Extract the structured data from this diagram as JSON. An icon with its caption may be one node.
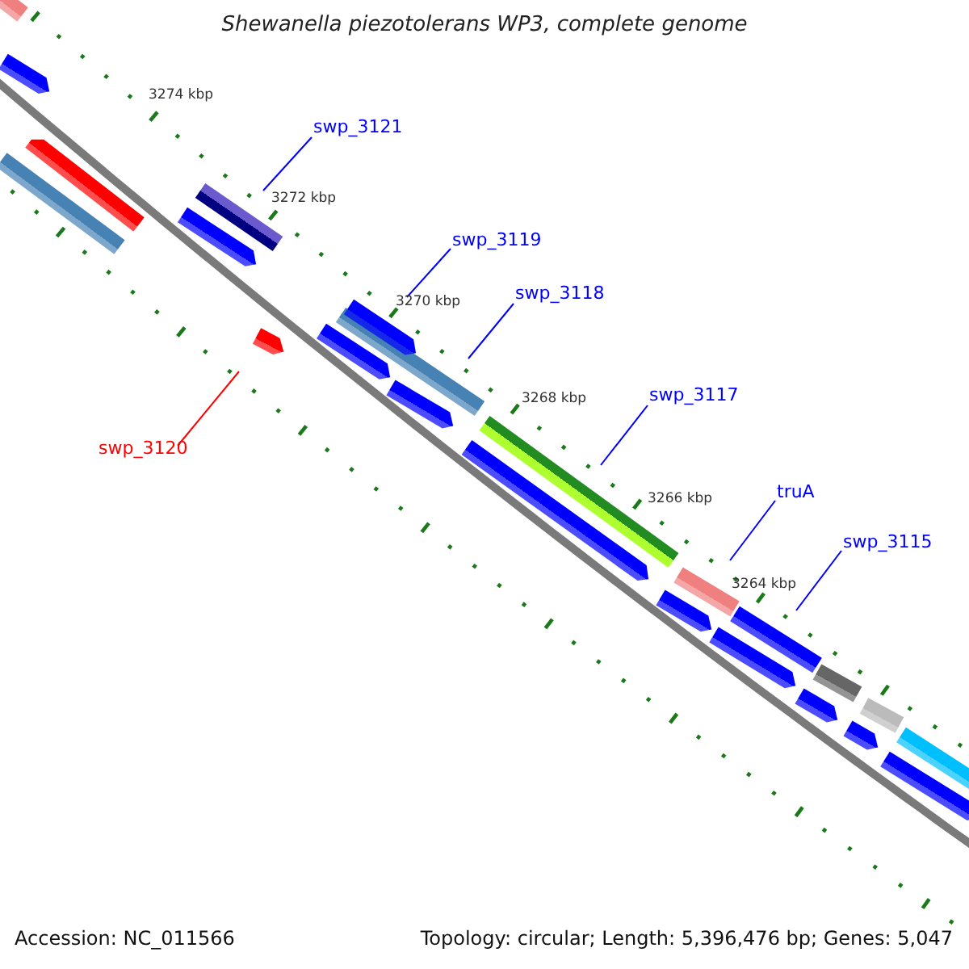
{
  "diagram": {
    "title": "Shewanella piezotolerans WP3, complete genome",
    "nodes": [
      {
        "text": [
          "swp_3121"
        ]
      },
      {
        "text": [
          "swp_3119"
        ]
      },
      {
        "text": [
          "swp_3118"
        ]
      },
      {
        "text": [
          "swp_3117"
        ]
      },
      {
        "text": [
          "swp_3120"
        ]
      },
      {
        "text": [
          "truA"
        ]
      },
      {
        "text": [
          "swp_3115"
        ]
      },
      {
        "text": [],
        "shape": "bar"
      },
      {
        "text": [],
        "shape": "bar"
      },
      {
        "text": [],
        "shape": "bar"
      },
      {
        "text": [],
        "shape": "bar"
      },
      {
        "text": [],
        "shape": "bar"
      },
      {
        "text": [],
        "shape": "bar"
      },
      {
        "text": [],
        "shape": "bar"
      },
      {
        "text": [],
        "shape": "bar"
      },
      {
        "text": [],
        "shape": "bar"
      },
      {
        "text": [],
        "shape": "bar"
      },
      {
        "text": [],
        "shape": "bar"
      },
      {
        "text": [],
        "shape": "bar"
      },
      {
        "text": [],
        "shape": "bar"
      },
      {
        "text": [],
        "shape": "bar"
      },
      {
        "text": [],
        "shape": "bar"
      },
      {
        "text": [],
        "shape": "bar"
      },
      {
        "text": [],
        "shape": "bar"
      },
      {
        "text": [],
        "shape": "bar"
      },
      {
        "text": [],
        "shape": "bar"
      },
      {
        "text": [],
        "shape": "bar"
      },
      {
        "text": [],
        "shape": "bar"
      },
      {
        "text": [],
        "shape": "bar"
      },
      {
        "text": [],
        "shape": "bar"
      }
    ],
    "edges": [
      {
        "from": 0,
        "to": 12,
        "arrow": "none"
      },
      {
        "from": 1,
        "to": 16,
        "arrow": "none"
      },
      {
        "from": 2,
        "to": 15,
        "arrow": "none"
      },
      {
        "from": 3,
        "to": 19,
        "arrow": "none"
      },
      {
        "from": 4,
        "to": 13,
        "arrow": "none",
        "color": "#ff0000"
      },
      {
        "from": 5,
        "to": 21,
        "arrow": "none"
      },
      {
        "from": 6,
        "to": 23,
        "arrow": "none"
      }
    ],
    "labels": [
      "3274 kbp",
      "3272 kbp",
      "3270 kbp",
      "3268 kbp",
      "3266 kbp",
      "3264 kbp",
      "Accession: NC_011566",
      "Topology: circular; Length: 5,396,476 bp; Genes: 5,047"
    ]
  }
}
